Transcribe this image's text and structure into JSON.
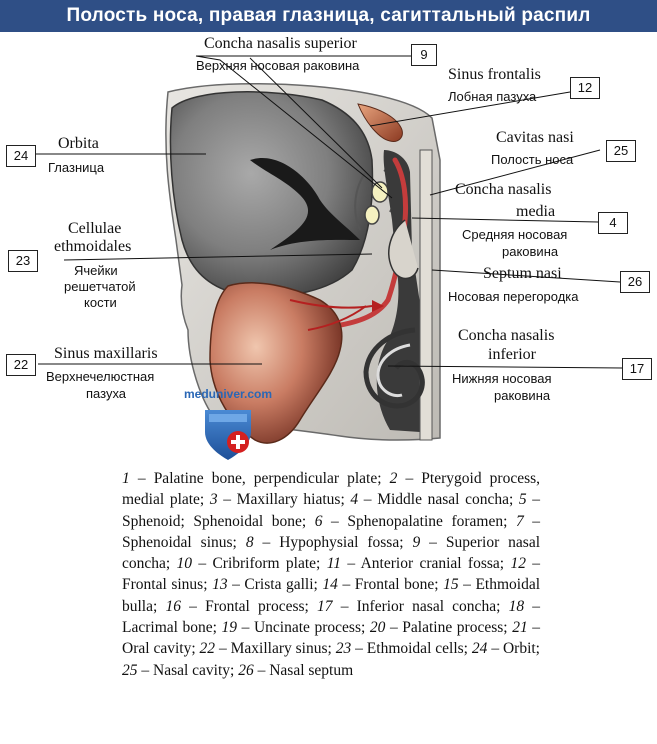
{
  "title": "Полость носа, правая глазница, сагиттальный распил",
  "site": "meduniver.com",
  "labels": {
    "concha_sup": {
      "latin": "Concha nasalis superior",
      "ru": "Верхняя носовая раковина",
      "num": "9"
    },
    "sinus_front": {
      "latin": "Sinus frontalis",
      "ru": "Лобная пазуха",
      "num": "12"
    },
    "orbita": {
      "latin": "Orbita",
      "ru": "Глазница",
      "num": "24"
    },
    "cavitas": {
      "latin": "Cavitas nasi",
      "ru": "Полость носа",
      "num": "25"
    },
    "concha_media": {
      "latin1": "Concha nasalis",
      "latin2": "media",
      "ru1": "Средняя носовая",
      "ru2": "раковина",
      "num": "4"
    },
    "cellulae": {
      "latin1": "Cellulae",
      "latin2": "ethmoidales",
      "ru1": "Ячейки",
      "ru2": "решетчатой",
      "ru3": "кости",
      "num": "23"
    },
    "septum": {
      "latin": "Septum nasi",
      "ru": "Носовая перегородка",
      "num": "26"
    },
    "concha_inf": {
      "latin1": "Concha nasalis",
      "latin2": "inferior",
      "ru1": "Нижняя носовая",
      "ru2": "раковина",
      "num": "17"
    },
    "sinus_max": {
      "latin": "Sinus maxillaris",
      "ru1": "Верхнечелюстная",
      "ru2": "пазуха",
      "num": "22"
    }
  },
  "legend": [
    {
      "n": "1",
      "t": "Palatine bone, perpendicular plate; "
    },
    {
      "n": "2",
      "t": "Pterygoid process, medial plate; "
    },
    {
      "n": "3",
      "t": "Maxillary hiatus; "
    },
    {
      "n": "4",
      "t": "Middle nasal concha; "
    },
    {
      "n": "5",
      "t": "Sphenoid; Sphenoidal bone; "
    },
    {
      "n": "6",
      "t": "Sphenopalatine foramen; "
    },
    {
      "n": "7",
      "t": "Sphenoidal sinus; "
    },
    {
      "n": "8",
      "t": "Hypophysial fossa; "
    },
    {
      "n": "9",
      "t": "Superior nasal concha; "
    },
    {
      "n": "10",
      "t": "Cribriform plate; "
    },
    {
      "n": "11",
      "t": "Anterior cranial fossa; "
    },
    {
      "n": "12",
      "t": "Frontal sinus; "
    },
    {
      "n": "13",
      "t": "Crista galli; "
    },
    {
      "n": "14",
      "t": "Frontal bone; "
    },
    {
      "n": "15",
      "t": "Ethmoidal bulla; "
    },
    {
      "n": "16",
      "t": "Frontal process; "
    },
    {
      "n": "17",
      "t": "Inferior nasal concha; "
    },
    {
      "n": "18",
      "t": "Lacrimal bone; "
    },
    {
      "n": "19",
      "t": "Uncinate process; "
    },
    {
      "n": "20",
      "t": "Palatine process; "
    },
    {
      "n": "21",
      "t": "Oral cavity; "
    },
    {
      "n": "22",
      "t": "Maxillary sinus; "
    },
    {
      "n": "23",
      "t": "Ethmoidal cells; "
    },
    {
      "n": "24",
      "t": "Orbit; "
    },
    {
      "n": "25",
      "t": "Nasal cavity; "
    },
    {
      "n": "26",
      "t": "Nasal septum"
    }
  ]
}
